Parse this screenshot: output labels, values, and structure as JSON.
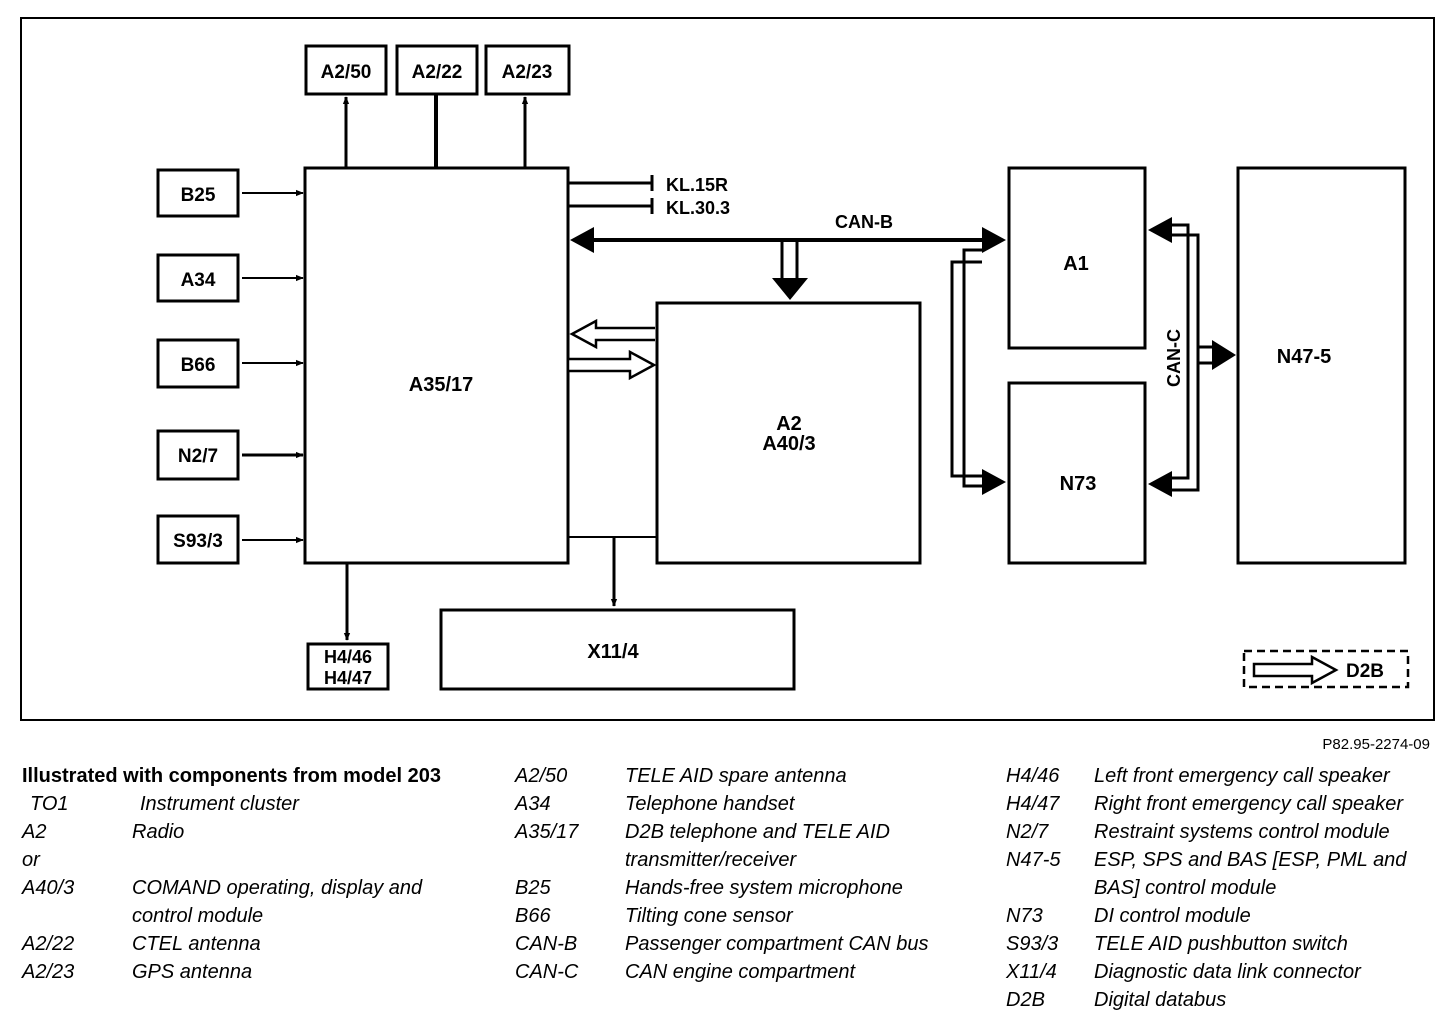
{
  "diagram": {
    "nodes": {
      "a2_50": "A2/50",
      "a2_22": "A2/22",
      "a2_23": "A2/23",
      "b25": "B25",
      "a34": "A34",
      "b66": "B66",
      "n2_7": "N2/7",
      "s93_3": "S93/3",
      "a35_17": "A35/17",
      "a2_line1": "A2",
      "a2_line2": "A40/3",
      "a1": "A1",
      "n73": "N73",
      "n47_5": "N47-5",
      "x11_4": "X11/4",
      "h4_46": "H4/46",
      "h4_47": "H4/47"
    },
    "terminals": {
      "kl15r": "KL.15R",
      "kl303": "KL.30.3"
    },
    "buses": {
      "can_b": "CAN-B",
      "can_c": "CAN-C"
    },
    "key": {
      "d2b": "D2B"
    }
  },
  "figure_ref": "P82.95-2274-09",
  "legend": {
    "intro": "Illustrated with components from model 203",
    "columns": [
      [
        {
          "code": "TO1",
          "desc": "Instrument cluster"
        },
        {
          "code": "A2",
          "desc": "Radio"
        },
        {
          "code": "or",
          "desc": ""
        },
        {
          "code": "A40/3",
          "desc": "COMAND operating, display and control module"
        },
        {
          "code": "A2/22",
          "desc": "CTEL antenna"
        },
        {
          "code": "A2/23",
          "desc": "GPS antenna"
        }
      ],
      [
        {
          "code": "A2/50",
          "desc": "TELE AID spare antenna"
        },
        {
          "code": "A34",
          "desc": "Telephone handset"
        },
        {
          "code": "A35/17",
          "desc": "D2B telephone and TELE AID transmitter/receiver"
        },
        {
          "code": "B25",
          "desc": "Hands-free system microphone"
        },
        {
          "code": "B66",
          "desc": "Tilting cone sensor"
        },
        {
          "code": "CAN-B",
          "desc": "Passenger compartment CAN bus"
        },
        {
          "code": "CAN-C",
          "desc": "CAN engine compartment"
        }
      ],
      [
        {
          "code": "H4/46",
          "desc": "Left front emergency call speaker"
        },
        {
          "code": "H4/47",
          "desc": "Right front emergency call speaker"
        },
        {
          "code": "N2/7",
          "desc": "Restraint systems control module"
        },
        {
          "code": "N47-5",
          "desc": "ESP, SPS and BAS [ESP, PML and BAS] control module"
        },
        {
          "code": "N73",
          "desc": "DI control module"
        },
        {
          "code": "S93/3",
          "desc": "TELE AID pushbutton switch"
        },
        {
          "code": "X11/4",
          "desc": "Diagnostic data link connector"
        },
        {
          "code": "D2B",
          "desc": "Digital databus"
        }
      ]
    ]
  }
}
